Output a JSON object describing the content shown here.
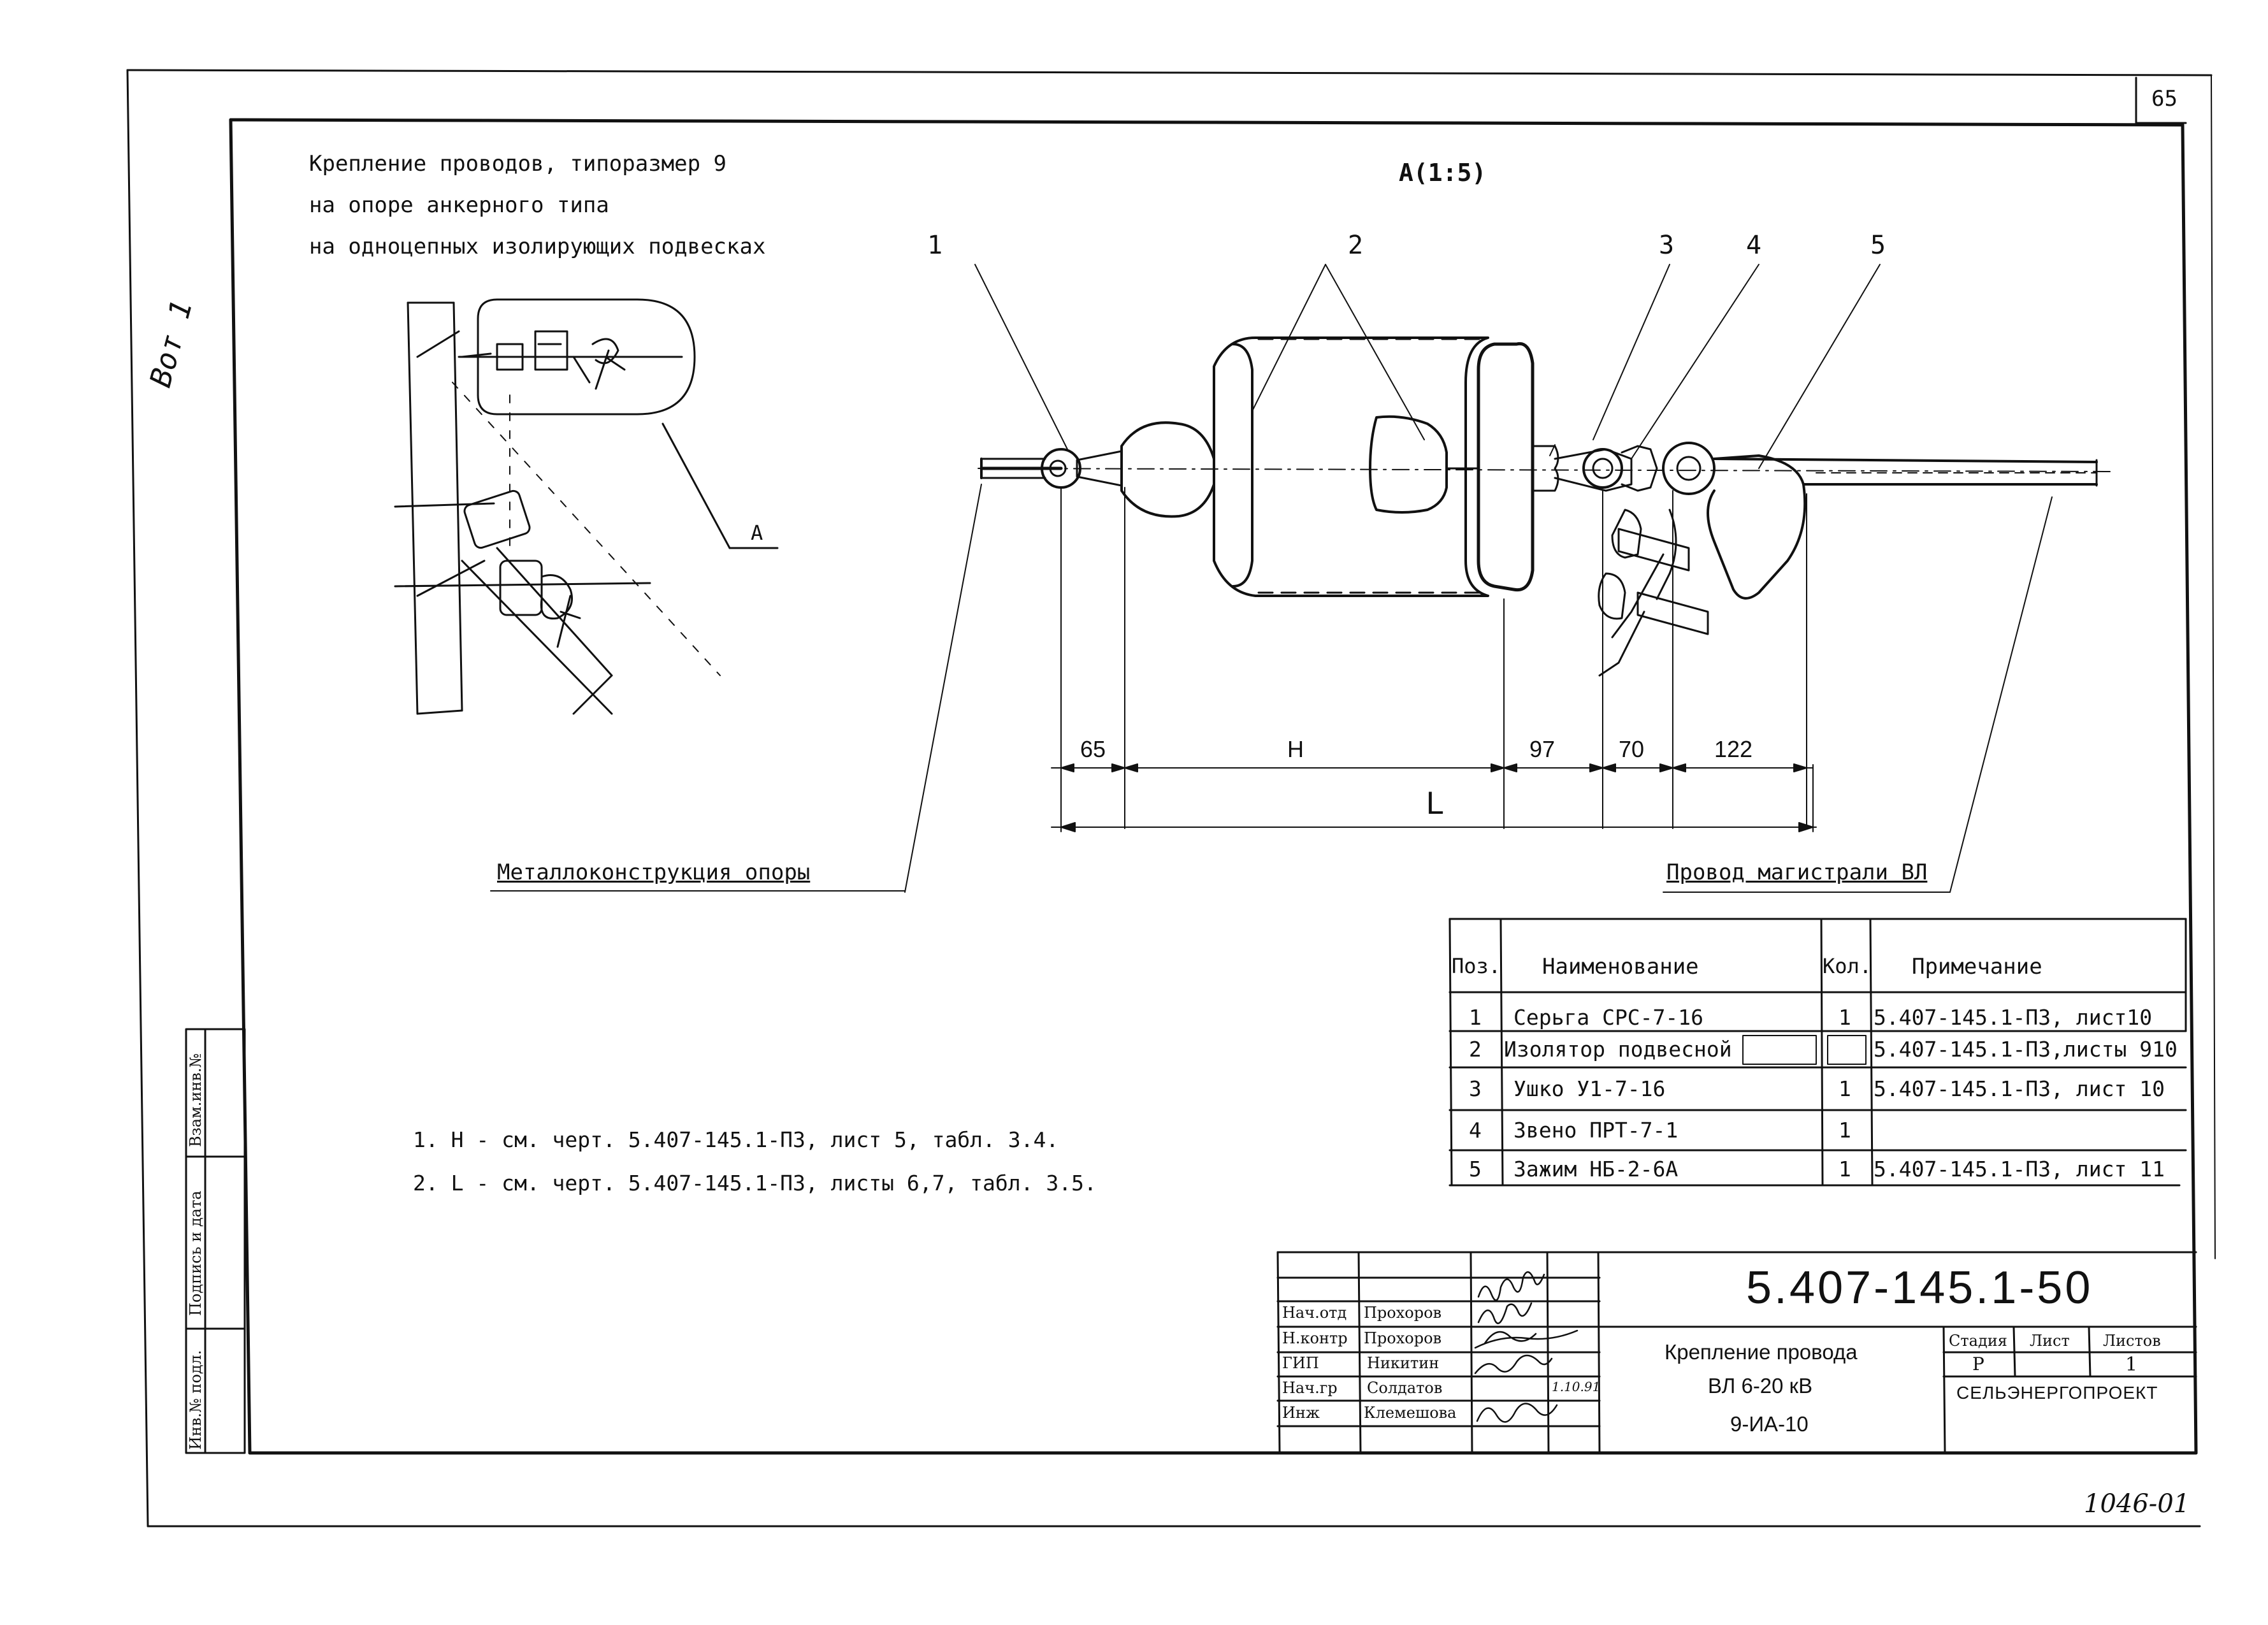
{
  "sheet_number": "65",
  "title_lines": [
    "Крепление проводов, типоразмер 9",
    "на опоре анкерного типа",
    "на одноцепных изолирующих подвесках"
  ],
  "view_label": "А(1:5)",
  "callout_numbers": [
    "1",
    "2",
    "3",
    "4",
    "5"
  ],
  "callout_a": "А",
  "dimensions": {
    "d1": "65",
    "d2": "Н",
    "d3": "97",
    "d4": "70",
    "d5": "122",
    "total": "L"
  },
  "label_structure": "Металлоконструкция опоры",
  "label_wire": "Провод магистрали ВЛ",
  "vertical_handwriting": "Вот 1",
  "notes": [
    "1. Н - см. черт. 5.407-145.1-ПЗ, лист 5, табл. 3.4.",
    "2. L - см. черт. 5.407-145.1-ПЗ, листы 6,7, табл. 3.5."
  ],
  "parts_table": {
    "headers": [
      "Поз.",
      "Наименование",
      "Кол.",
      "Примечание"
    ],
    "rows": [
      {
        "pos": "1",
        "name": "Серьга СРС-7-16",
        "qty": "1",
        "note": "5.407-145.1-ПЗ, лист10"
      },
      {
        "pos": "2",
        "name": "Изолятор подвесной",
        "qty": "",
        "note": "5.407-145.1-ПЗ,листы 910"
      },
      {
        "pos": "3",
        "name": "Ушко У1-7-16",
        "qty": "1",
        "note": "5.407-145.1-ПЗ, лист 10"
      },
      {
        "pos": "4",
        "name": "Звено ПРТ-7-1",
        "qty": "1",
        "note": ""
      },
      {
        "pos": "5",
        "name": "Зажим НБ-2-6А",
        "qty": "1",
        "note": "5.407-145.1-ПЗ, лист 11"
      }
    ]
  },
  "side_stamp_labels": [
    "Инв.№ подл.",
    "Подпись и дата",
    "Взам.инв.№"
  ],
  "title_block": {
    "doc_code": "5.407-145.1-50",
    "signers": [
      {
        "role": "Нач.отд",
        "name": "Прохоров",
        "date": ""
      },
      {
        "role": "Н.контр",
        "name": "Прохоров",
        "date": ""
      },
      {
        "role": "ГИП",
        "name": "Никитин",
        "date": ""
      },
      {
        "role": "Нач.гр",
        "name": "Солдатов",
        "date": "1.10.91"
      },
      {
        "role": "Инж",
        "name": "Клемешова",
        "date": ""
      }
    ],
    "description_lines": [
      "Крепление провода",
      "ВЛ 6-20 кВ",
      "9-ИА-10"
    ],
    "stage_label": "Стадия",
    "sheet_label": "Лист",
    "sheets_label": "Листов",
    "stage": "Р",
    "sheet": "",
    "sheets": "1",
    "organization": "СЕЛЬЭНЕРГОПРОЕКТ"
  },
  "footer_code": "1046-01"
}
